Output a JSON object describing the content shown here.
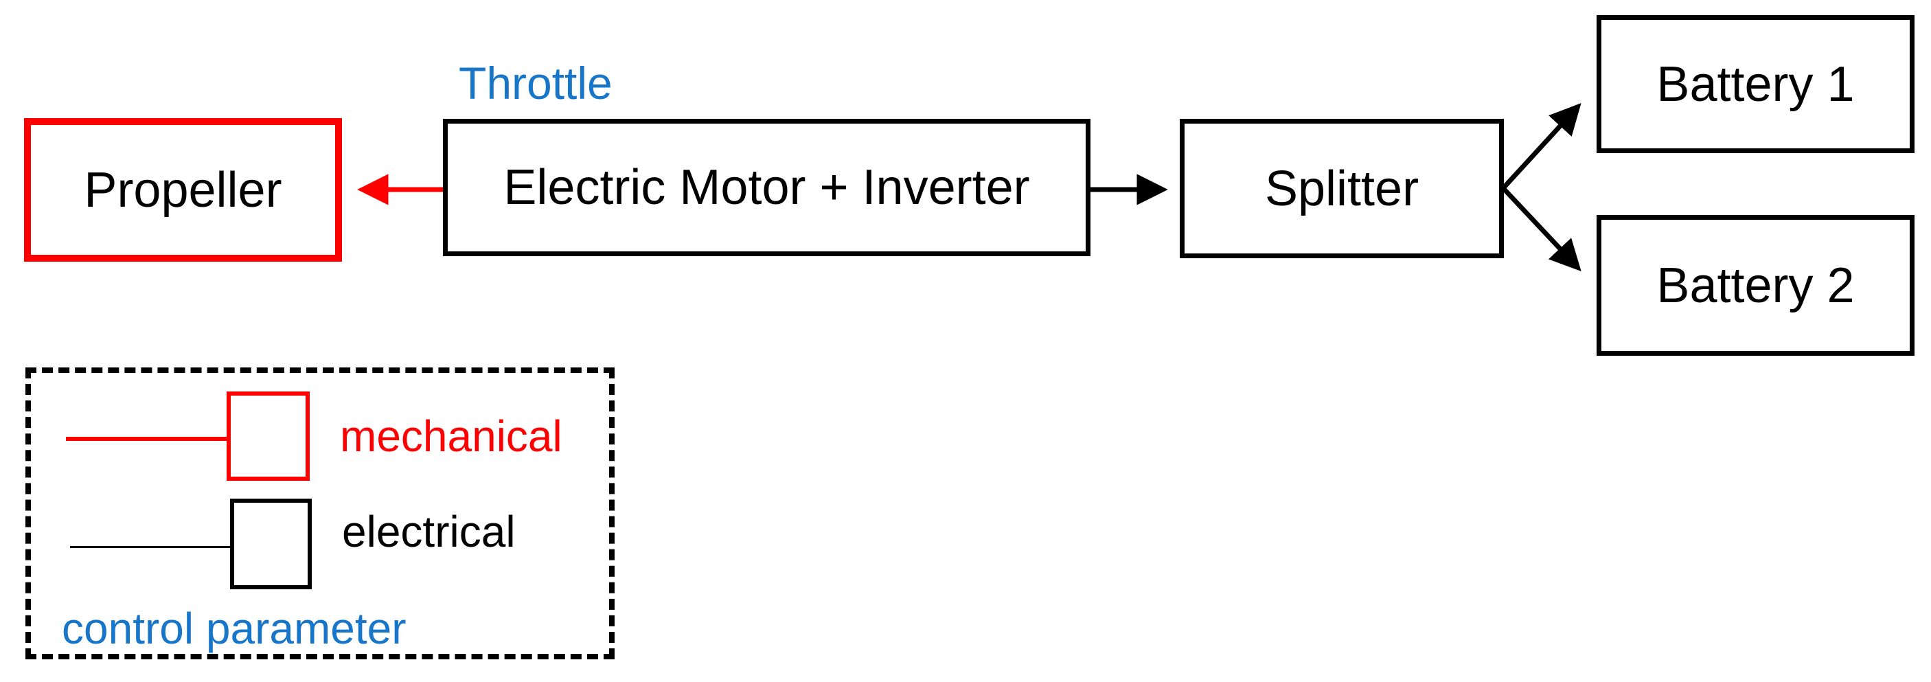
{
  "diagram": {
    "title": "",
    "nodes": {
      "propeller": {
        "label": "Propeller",
        "domain": "mechanical"
      },
      "motor": {
        "label": "Electric Motor + Inverter",
        "domain": "electrical",
        "control_parameter": "Throttle"
      },
      "splitter": {
        "label": "Splitter",
        "domain": "electrical"
      },
      "battery1": {
        "label": "Battery 1",
        "domain": "electrical"
      },
      "battery2": {
        "label": "Battery 2",
        "domain": "electrical"
      }
    },
    "edges": [
      {
        "from": "Electric Motor + Inverter",
        "to": "Propeller",
        "type": "mechanical"
      },
      {
        "from": "Electric Motor + Inverter",
        "to": "Splitter",
        "type": "electrical"
      },
      {
        "from": "Splitter",
        "to": "Battery 1",
        "type": "electrical"
      },
      {
        "from": "Splitter",
        "to": "Battery 2",
        "type": "electrical"
      }
    ],
    "legend": {
      "items": [
        {
          "label": "mechanical",
          "color_key": "mechanical"
        },
        {
          "label": "electrical",
          "color_key": "electrical"
        }
      ],
      "control_label": "control parameter"
    },
    "colors": {
      "mechanical": "#ff0000",
      "electrical": "#000000",
      "control": "#1776c9"
    }
  }
}
